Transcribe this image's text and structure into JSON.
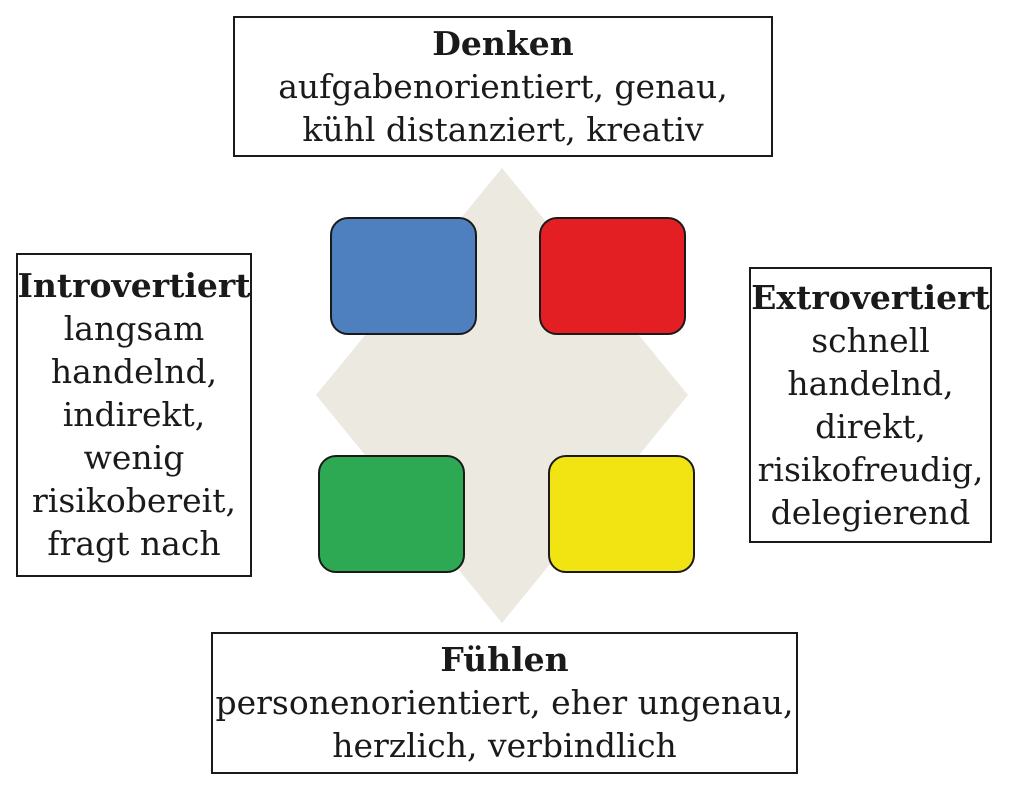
{
  "colors": {
    "background_diamond": "#ece9e1",
    "blue": "#4e80bf",
    "red": "#e31f24",
    "green": "#2da953",
    "yellow": "#f2e412",
    "border": "#1a1a1a"
  },
  "top": {
    "title": "Denken",
    "lines": [
      "aufgabenorientiert, genau,",
      "kühl distanziert, kreativ"
    ]
  },
  "bottom": {
    "title": "Fühlen",
    "lines": [
      "personenorientiert, eher ungenau,",
      "herzlich, verbindlich"
    ]
  },
  "left": {
    "title": "Introvertiert",
    "lines": [
      "langsam",
      "handelnd,",
      "indirekt,",
      "wenig",
      "risikobereit,",
      "fragt nach"
    ]
  },
  "right": {
    "title": "Extrovertiert",
    "lines": [
      "schnell",
      "handelnd,",
      "direkt,",
      "risikofreudig,",
      "delegierend"
    ]
  }
}
